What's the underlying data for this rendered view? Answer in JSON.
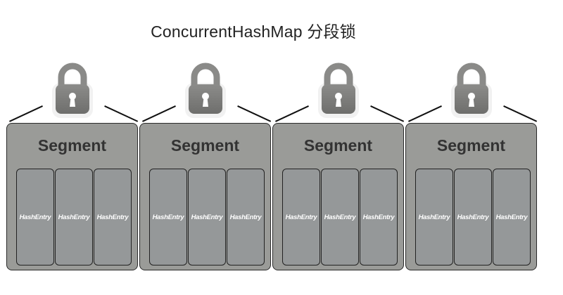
{
  "title": "ConcurrentHashMap 分段锁",
  "segments": [
    {
      "label": "Segment",
      "icon": "lock-icon",
      "entries": [
        "HashEntry",
        "HashEntry",
        "HashEntry"
      ]
    },
    {
      "label": "Segment",
      "icon": "lock-icon",
      "entries": [
        "HashEntry",
        "HashEntry",
        "HashEntry"
      ]
    },
    {
      "label": "Segment",
      "icon": "lock-icon",
      "entries": [
        "HashEntry",
        "HashEntry",
        "HashEntry"
      ]
    },
    {
      "label": "Segment",
      "icon": "lock-icon",
      "entries": [
        "HashEntry",
        "HashEntry",
        "HashEntry"
      ]
    }
  ],
  "colors": {
    "segment_fill": "#9a9b98",
    "entry_fill": "#959899",
    "lock": "#7a7a78"
  }
}
